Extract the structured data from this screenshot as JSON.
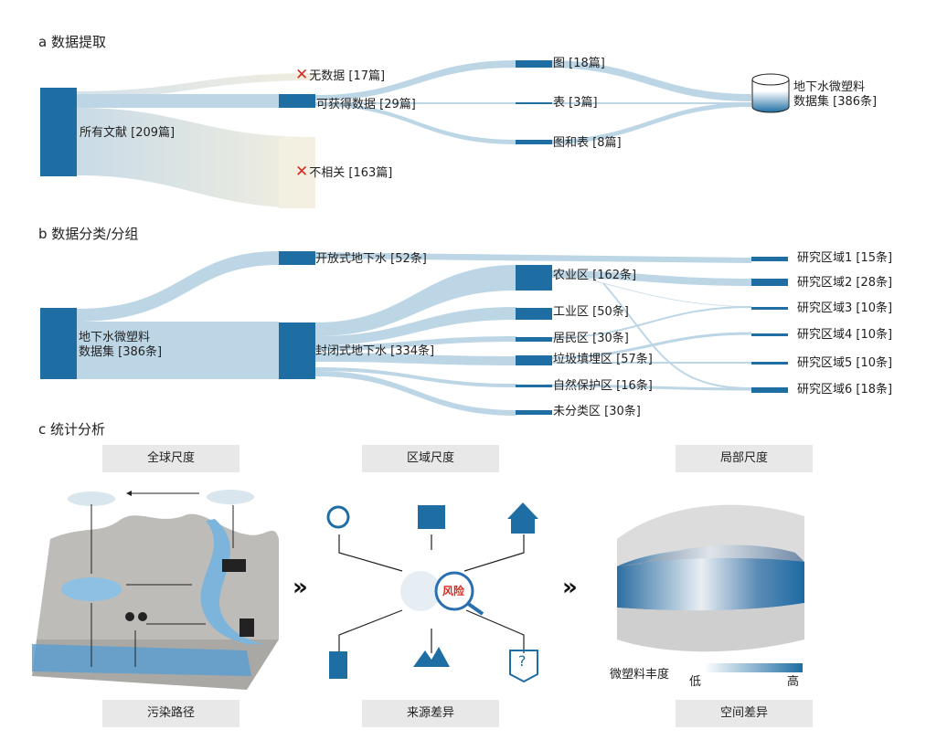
{
  "section_a": {
    "title": "a 数据提取",
    "nodes": {
      "all_literature": "所有文献 [209篇]",
      "no_data": "无数据 [17篇]",
      "available_data": "可获得数据 [29篇]",
      "irrelevant": "不相关 [163篇]",
      "figure": "图 [18篇]",
      "table": "表 [3篇]",
      "figure_and_table": "图和表 [8篇]",
      "dataset_line1": "地下水微塑料",
      "dataset_line2": "数据集 [386条]"
    },
    "excluded_marker": "✕"
  },
  "section_b": {
    "title": "b 数据分类/分组",
    "nodes": {
      "dataset_line1": "地下水微塑料",
      "dataset_line2": "数据集 [386条]",
      "open_groundwater": "开放式地下水 [52条]",
      "closed_groundwater": "封闭式地下水 [334条]",
      "agricultural": "农业区 [162条]",
      "industrial": "工业区 [50条]",
      "residential": "居民区 [30条]",
      "landfill": "垃圾填埋区 [57条]",
      "nature_reserve": "自然保护区 [16条]",
      "unclassified": "未分类区 [30条]",
      "study_areas": [
        "研究区域1 [15条]",
        "研究区域2 [28条]",
        "研究区域3 [10条]",
        "研究区域4 [10条]",
        "研究区域5 [10条]",
        "研究区域6 [18条]"
      ]
    }
  },
  "section_c": {
    "title": "c 统计分析",
    "panels": [
      {
        "scale": "全球尺度",
        "caption": "污染路径"
      },
      {
        "scale": "区域尺度",
        "caption": "来源差异"
      },
      {
        "scale": "局部尺度",
        "caption": "空间差异"
      }
    ],
    "risk_label": "风险",
    "question_mark": "?",
    "legend": {
      "title": "微塑料丰度",
      "low": "低",
      "high": "高"
    },
    "arrow_glyph": "»"
  },
  "colors": {
    "node": "#1f6ea3",
    "flow": "#b9d5e6",
    "excluded_flow": "#efeadb",
    "excluded_mark": "#d52b1e",
    "caption_bg": "#e8e8e8"
  }
}
